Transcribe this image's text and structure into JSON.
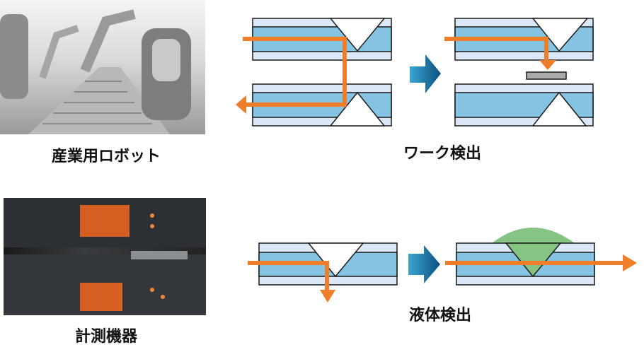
{
  "labels": {
    "robot": "産業用ロボット",
    "work_detection": "ワーク検出",
    "instruments": "計測機器",
    "liquid_detection": "液体検出"
  },
  "colors": {
    "light_blue": "#dbe8f7",
    "mid_blue": "#84c3e2",
    "orange": "#ef7d2a",
    "green": "#86c484",
    "gray": "#a9a9a9",
    "arrow_dark": "#0b4f7d",
    "arrow_light": "#3aa6d4"
  }
}
